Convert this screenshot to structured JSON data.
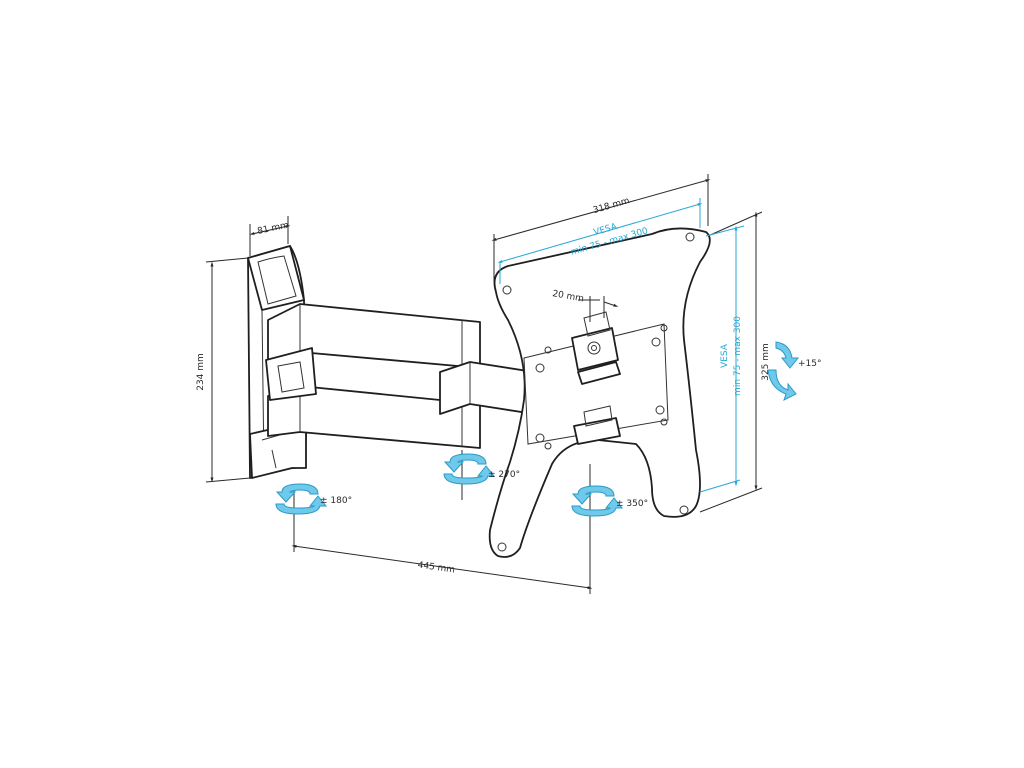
{
  "colors": {
    "accent": "#27a9d6",
    "rotation_fill": "#6ec9ea",
    "rotation_stroke": "#2b9ac7"
  },
  "dimensions": {
    "wall_depth": "81 mm",
    "wall_height": "234 mm",
    "arm_extension": "445 mm",
    "plate_width": "318 mm",
    "plate_height": "325 mm",
    "bracket_gap": "20 mm"
  },
  "vesa": {
    "horizontal_title": "VESA",
    "horizontal_range": "min 75 - max 300",
    "vertical_title": "VESA",
    "vertical_range": "min 75 - max 300"
  },
  "rotations": {
    "wall_pivot": "± 180°",
    "arm_pivot": "± 270°",
    "head_pivot": "± 350°",
    "tilt": "+15°"
  }
}
